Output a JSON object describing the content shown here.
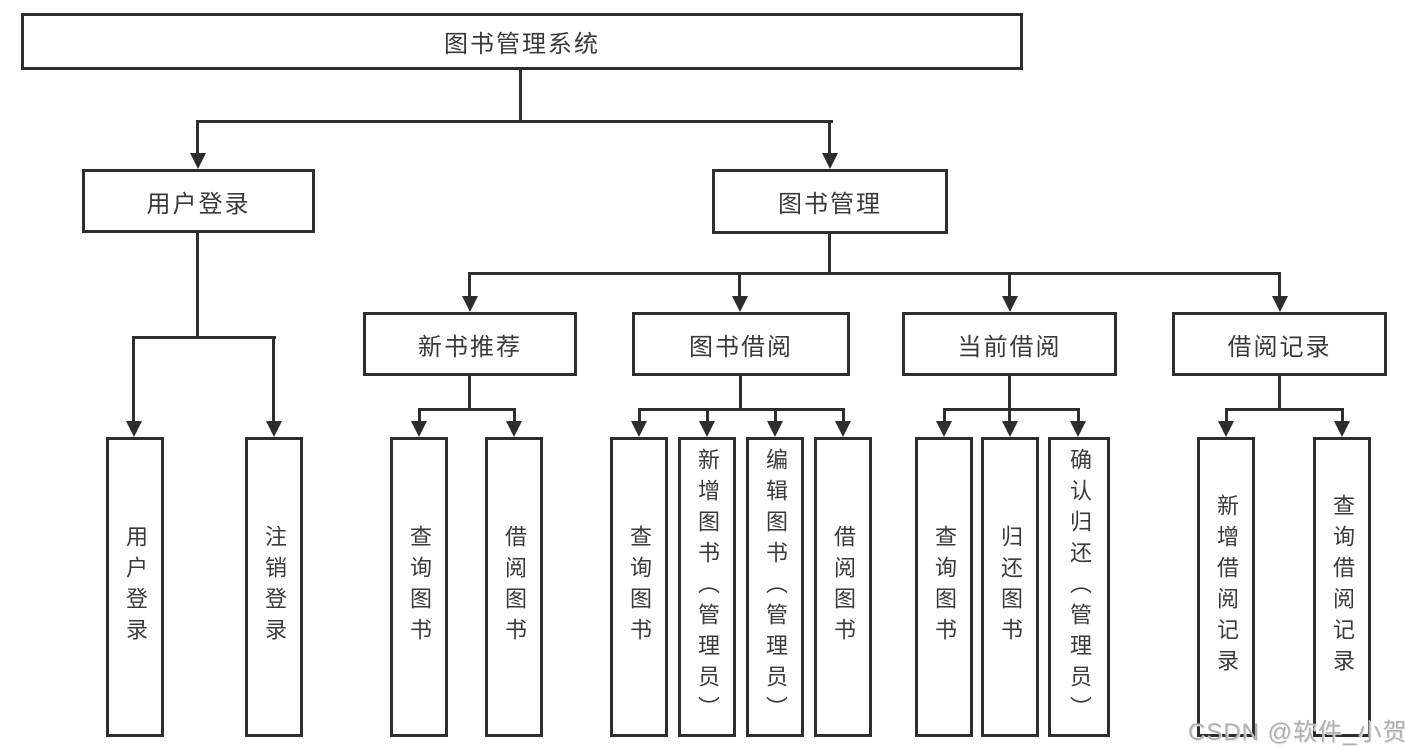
{
  "tree": {
    "root": {
      "label": "图书管理系统"
    },
    "branches": [
      {
        "label": "用户登录",
        "children": [
          {
            "label": "用户登录"
          },
          {
            "label": "注销登录"
          }
        ]
      },
      {
        "label": "图书管理",
        "children": [
          {
            "label": "新书推荐",
            "children": [
              {
                "label": "查询图书"
              },
              {
                "label": "借阅图书"
              }
            ]
          },
          {
            "label": "图书借阅",
            "children": [
              {
                "label": "查询图书"
              },
              {
                "label": "新增图书（管理员）"
              },
              {
                "label": "编辑图书（管理员）"
              },
              {
                "label": "借阅图书"
              }
            ]
          },
          {
            "label": "当前借阅",
            "children": [
              {
                "label": "查询图书"
              },
              {
                "label": "归还图书"
              },
              {
                "label": "确认归还（管理员）"
              }
            ]
          },
          {
            "label": "借阅记录",
            "children": [
              {
                "label": "新增借阅记录"
              },
              {
                "label": "查询借阅记录"
              }
            ]
          }
        ]
      }
    ]
  },
  "watermark": {
    "text": "CSDN @软件_小贺同学"
  },
  "colors": {
    "line": "#2e2e2e",
    "text": "#3a3a3a",
    "background": "#ffffff",
    "watermark": "#b0b0b0"
  }
}
